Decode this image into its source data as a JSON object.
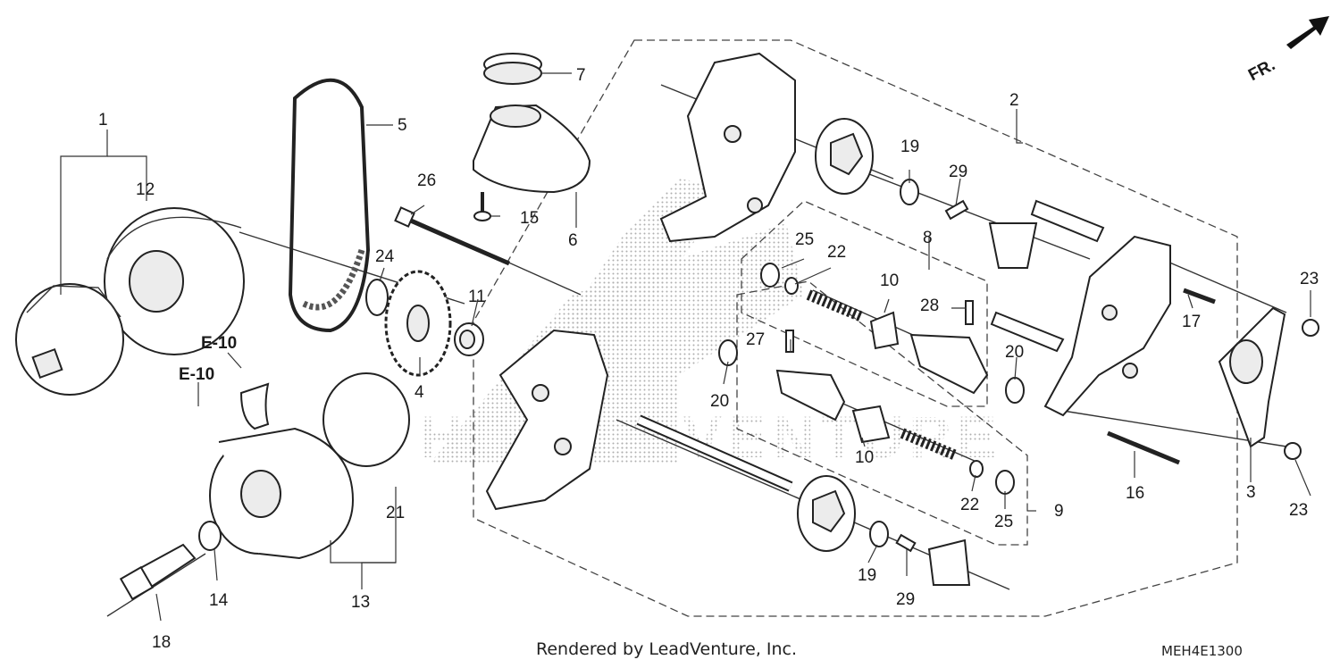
{
  "diagram": {
    "callouts": [
      "1",
      "2",
      "3",
      "4",
      "5",
      "6",
      "7",
      "8",
      "9",
      "10",
      "10",
      "11",
      "12",
      "13",
      "14",
      "15",
      "16",
      "17",
      "18",
      "19",
      "19",
      "20",
      "20",
      "21",
      "22",
      "22",
      "23",
      "23",
      "24",
      "25",
      "25",
      "26",
      "27",
      "28",
      "29",
      "29"
    ],
    "references": [
      "E-10",
      "E-10"
    ],
    "direction_label": "FR.",
    "watermark": "HONDA VENTURE"
  },
  "footer": {
    "credit": "Rendered by LeadVenture, Inc.",
    "diagram_code": "MEH4E1300"
  }
}
